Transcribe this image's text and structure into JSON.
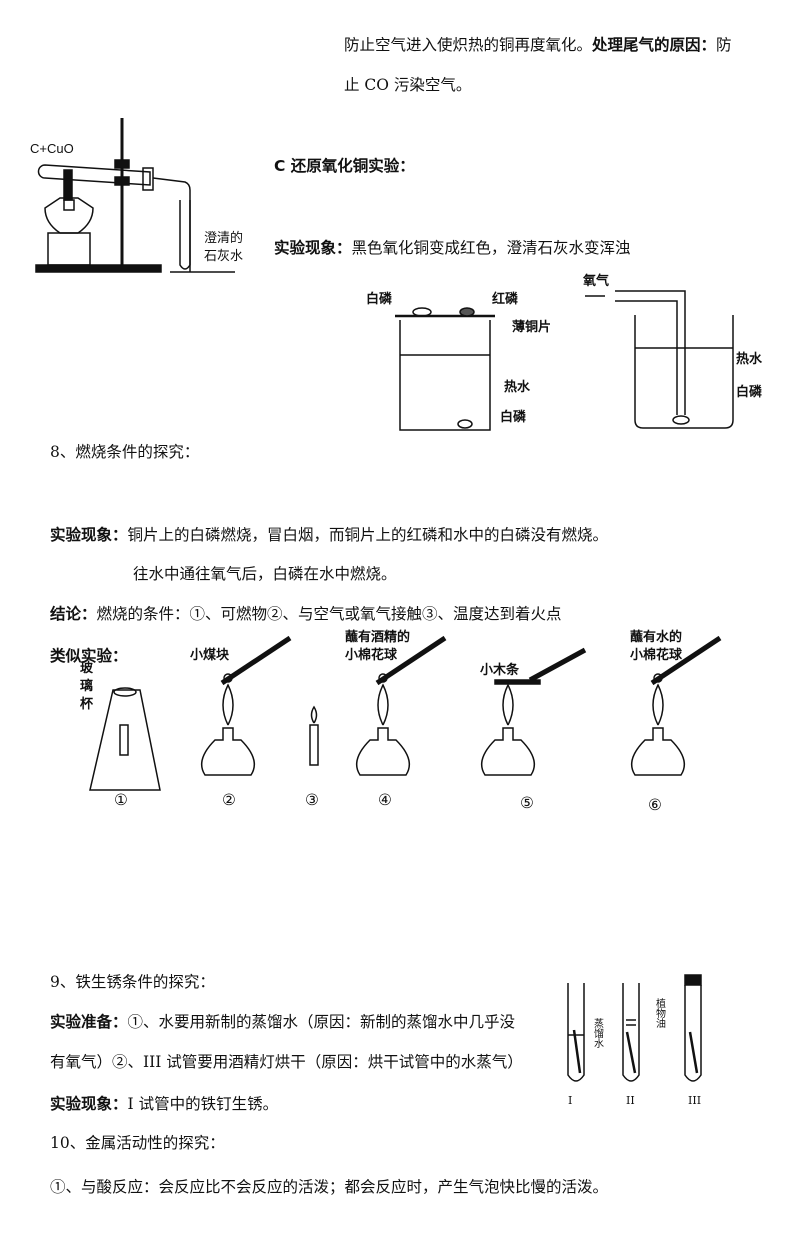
{
  "top": {
    "line1a": "防止空气进入使炽热的铜再度氧化。",
    "line1b": "处理尾气的原因：",
    "line1c": "防",
    "line2": "止 CO 污染空气。"
  },
  "c_exp": {
    "title": "C 还原氧化铜实验：",
    "phen_label": "实验现象：",
    "phen": "黑色氧化铜变成红色，澄清石灰水变浑浊",
    "fig_cuo": "C+CuO",
    "fig_lime1": "澄清的",
    "fig_lime2": "石灰水"
  },
  "fig_burn": {
    "white_p": "白磷",
    "red_p": "红磷",
    "copper": "薄铜片",
    "hot_water": "热水",
    "white_p2": "白磷",
    "oxygen": "氧气",
    "hot_water2": "热水",
    "white_p3": "白磷"
  },
  "s8": {
    "title": "8、燃烧条件的探究：",
    "phen_label": "实验现象：",
    "phen1": "铜片上的白磷燃烧，冒白烟，而铜片上的红磷和水中的白磷没有燃烧。",
    "phen2": "往水中通往氧气后，白磷在水中燃烧。",
    "concl_label": "结论：",
    "concl": "燃烧的条件：①、可燃物②、与空气或氧气接触③、温度达到着火点",
    "similar": "类似实验："
  },
  "similar_fig": {
    "glass": [
      "玻",
      "璃",
      "杯"
    ],
    "coal": "小煤块",
    "alcohol1": "蘸有酒精的",
    "alcohol2": "小棉花球",
    "wood": "小木条",
    "water1": "蘸有水的",
    "water2": "小棉花球",
    "nums": [
      "①",
      "②",
      "③",
      "④",
      "⑤",
      "⑥"
    ]
  },
  "s9": {
    "title": "9、铁生锈条件的探究：",
    "prep_label": "实验准备：",
    "prep1": "①、水要用新制的蒸馏水（原因：新制的蒸馏水中几乎没",
    "prep2": "有氧气）②、III 试管要用酒精灯烘干（原因：烘干试管中的水蒸气）",
    "phen_label": "实验现象：",
    "phen": "I 试管中的铁钉生锈。",
    "fig_water": "蒸馏水",
    "fig_oil": "植物油",
    "tubes": [
      "I",
      "II",
      "III"
    ]
  },
  "s10": {
    "title": "10、金属活动性的探究：",
    "item1": "①、与酸反应：会反应比不会反应的活泼；都会反应时，产生气泡快比慢的活泼。"
  }
}
